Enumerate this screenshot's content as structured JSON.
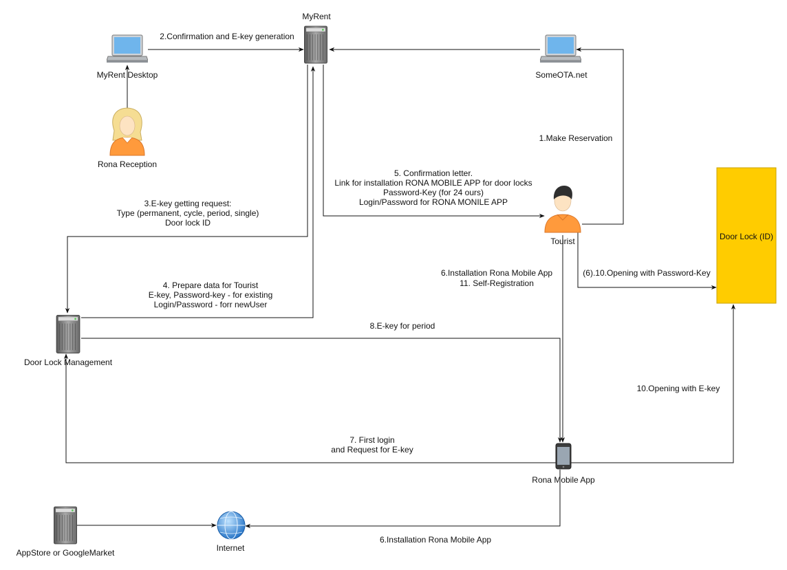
{
  "nodes": {
    "myrent": "MyRent",
    "myrent_desktop": "MyRent Desktop",
    "someota": "SomeOTA.net",
    "rona_reception": "Rona Reception",
    "tourist": "Tourist",
    "door_lock": "Door Lock (ID)",
    "door_lock_management": "Door Lock Management",
    "rona_mobile_app": "Rona Mobile App",
    "appstore": "AppStore or GoogleMarket",
    "internet": "Internet"
  },
  "edges": {
    "e2": "2.Confirmation and E-key generation",
    "e1": "1.Make Reservation",
    "e5": [
      "5. Confirmation letter.",
      "Link for installation RONA MOBILE APP for door locks",
      "Password-Key (for 24 ours)",
      "Login/Password for RONA MONILE APP"
    ],
    "e3": [
      "3.E-key getting request:",
      "Type (permanent, cycle, period, single)",
      "Door lock ID"
    ],
    "e4": [
      "4. Prepare data for Tourist",
      "E-key, Password-key - for existing",
      "Login/Password - forr newUser"
    ],
    "e6": [
      "6.Installation Rona Mobile App",
      "11. Self-Registration"
    ],
    "e6_10": "(6).10.Opening with Password-Key",
    "e8": "8.E-key for period",
    "e10": "10.Opening with E-key",
    "e7": [
      "7. First login",
      "and Request for E-key"
    ],
    "e6b": "6.Installation Rona Mobile App"
  },
  "colors": {
    "door_lock_fill": "#ffcc00",
    "person_orange": "#ff9a3c",
    "reception_hair": "#f5dd93",
    "server_gray": "#8a8a8a",
    "globe_blue": "#3b8fe0",
    "laptop_screen": "#6fb5ec"
  }
}
